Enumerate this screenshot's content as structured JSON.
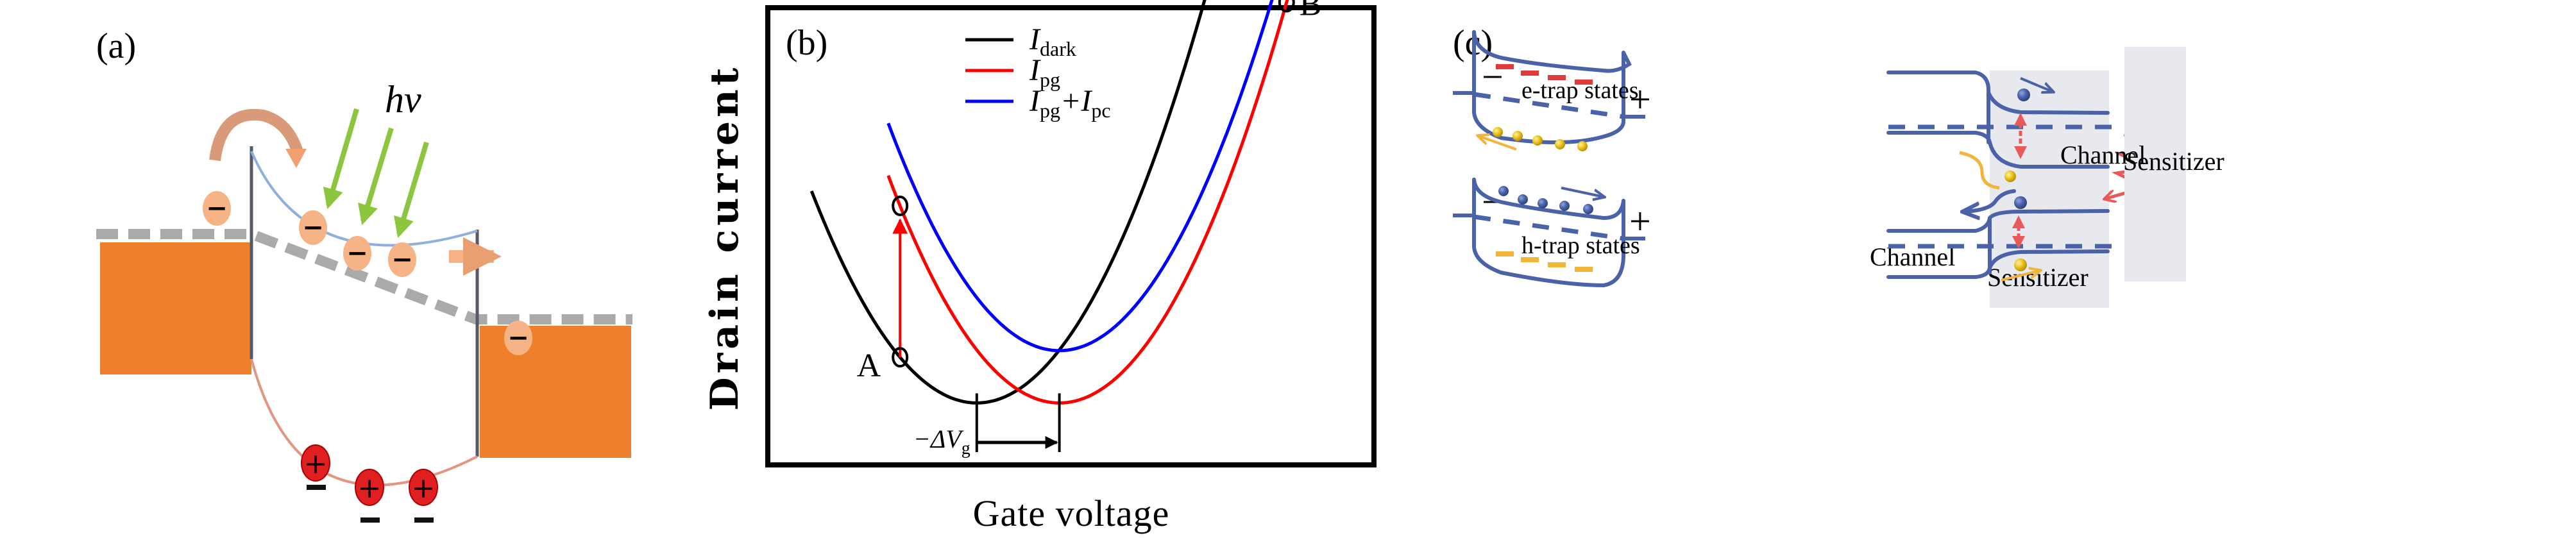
{
  "panels": {
    "a": {
      "label": "(a)",
      "photon_label": "hv",
      "electron_symbol": "−",
      "hole_symbol": "+",
      "trapped_charge_symbol": "−",
      "colors": {
        "contact": "#ee7f2d",
        "fermi_level": "#aaaaaa",
        "conduction_band": "#8fb0dc",
        "valence_band": "#e29580",
        "electron": "#f6b486",
        "hole": "#e02020",
        "photon": "#8cc63f",
        "barrier": "#555a66",
        "transfer_arrow": "#f0a070"
      }
    },
    "b": {
      "label": "(b)",
      "point_a_label": "A",
      "point_b_label": "B",
      "shift_label": "−ΔV",
      "shift_subscript": "g"
    },
    "c": {
      "label": "(c)",
      "minus_sign": "−",
      "plus_sign": "+",
      "e_trap_label": "e-trap states",
      "h_trap_label": "h-trap states",
      "channel_label": "Channel",
      "sensitizer_label": "Sensitizer",
      "colors": {
        "band": "#4a62a8",
        "e_trap": "#e03a3a",
        "h_trap": "#f2b53a",
        "electron": "#4a62a8",
        "hole": "#e8c020",
        "photon": "#e85a5a",
        "sensitizer_bg": "#e8e9ee"
      }
    }
  },
  "chart_data": {
    "type": "line",
    "title": "",
    "xlabel": "Gate voltage",
    "ylabel": "Drain current",
    "xlim": [
      -1,
      1
    ],
    "ylim": [
      0,
      1
    ],
    "grid": false,
    "ticks": false,
    "legend_position": "top-center",
    "series": [
      {
        "name": "I_dark",
        "label_main": "I",
        "label_sub": "dark",
        "label_extra": "",
        "color": "#000000",
        "vertex_x": -0.32,
        "vertex_y": 0.12,
        "curvature": 1.55,
        "x_range": [
          -0.88,
          0.79
        ]
      },
      {
        "name": "I_pg",
        "label_main": "I",
        "label_sub": "pg",
        "label_extra": "",
        "color": "#ff0000",
        "vertex_x": -0.04,
        "vertex_y": 0.12,
        "curvature": 1.55,
        "x_range": [
          -0.62,
          1.0
        ]
      },
      {
        "name": "I_pg+I_pc",
        "label_main": "I",
        "label_sub": "pg",
        "label_extra": "+I",
        "label_extra_sub": "pc",
        "color": "#0000ff",
        "vertex_x": -0.04,
        "vertex_y": 0.24,
        "curvature": 1.55,
        "x_range": [
          -0.62,
          1.0
        ]
      }
    ],
    "annotations": [
      {
        "name": "A",
        "x": -0.58,
        "from_series": "I_dark",
        "to_series": "I_pg",
        "direction": "up"
      },
      {
        "name": "B",
        "x": 0.73,
        "from_series": "I_dark",
        "to_series": "I_pg",
        "direction": "down"
      },
      {
        "name": "shift",
        "text": "−ΔV_g",
        "from_x": -0.32,
        "to_x": -0.04
      }
    ]
  }
}
